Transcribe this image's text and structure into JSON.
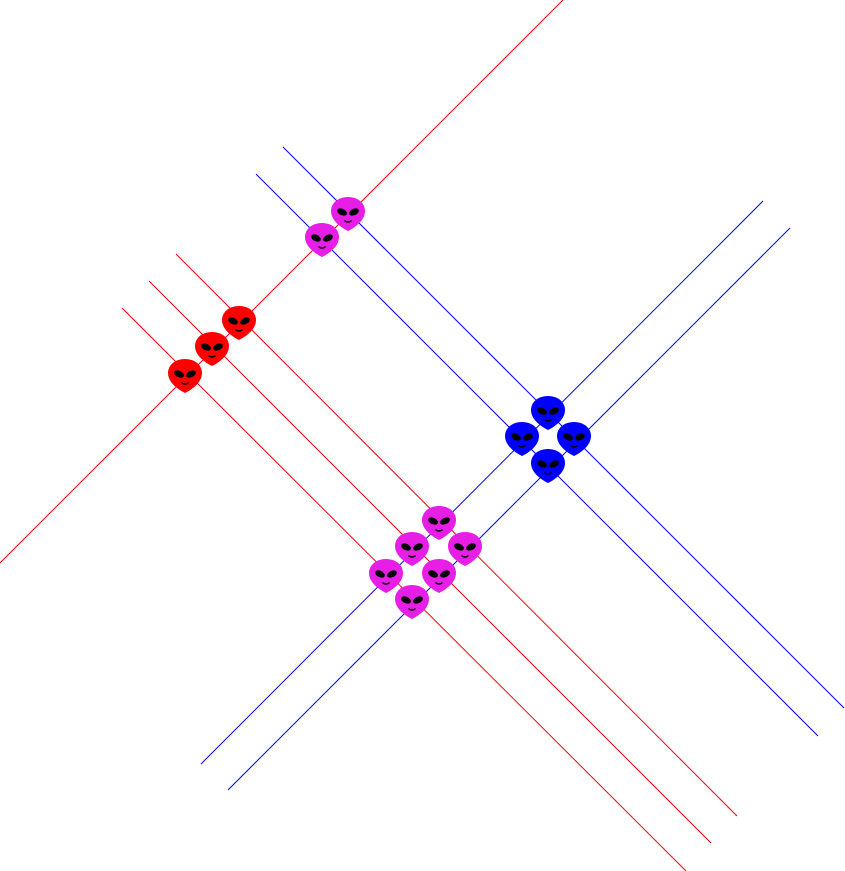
{
  "diagram": {
    "colors": {
      "red": "#ff0000",
      "blue": "#0000ff",
      "magenta": "#e61ee6",
      "face": "#000000"
    },
    "icon": "alien-icon",
    "lines": [
      {
        "id": "red-diagonal-up",
        "color": "red"
      },
      {
        "id": "red-diagonal-down-1",
        "color": "red"
      },
      {
        "id": "red-diagonal-down-2",
        "color": "red"
      },
      {
        "id": "red-diagonal-down-3",
        "color": "red"
      },
      {
        "id": "blue-diagonal-down-1",
        "color": "blue"
      },
      {
        "id": "blue-diagonal-down-2",
        "color": "blue"
      },
      {
        "id": "blue-diagonal-up-1",
        "color": "blue"
      },
      {
        "id": "blue-diagonal-up-2",
        "color": "blue"
      }
    ],
    "aliens": [
      {
        "color": "magenta"
      },
      {
        "color": "magenta"
      },
      {
        "color": "red"
      },
      {
        "color": "red"
      },
      {
        "color": "red"
      },
      {
        "color": "blue"
      },
      {
        "color": "blue"
      },
      {
        "color": "blue"
      },
      {
        "color": "blue"
      },
      {
        "color": "magenta"
      },
      {
        "color": "magenta"
      },
      {
        "color": "magenta"
      },
      {
        "color": "magenta"
      },
      {
        "color": "magenta"
      },
      {
        "color": "magenta"
      }
    ]
  }
}
